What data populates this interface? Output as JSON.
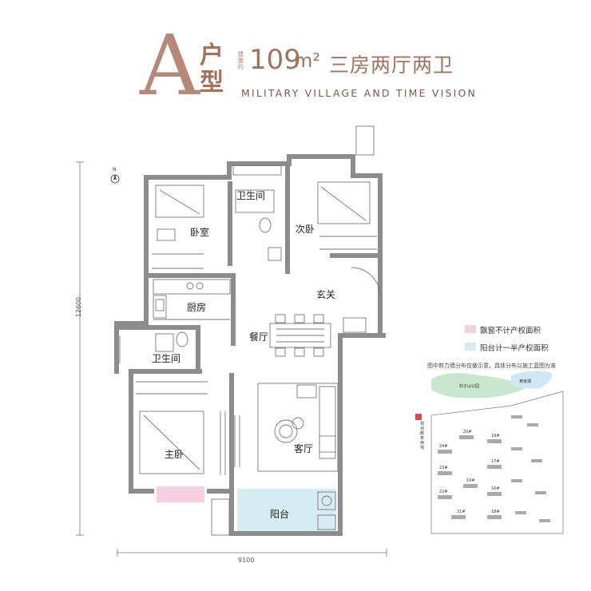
{
  "header": {
    "big_letter": "A",
    "type_char_1": "户",
    "type_char_2": "型",
    "area_label": "建面约",
    "area_value": "109",
    "area_unit": "m²",
    "layout_name": "三房两厅两卫",
    "subtitle": "MILITARY VILLAGE AND TIME VISION"
  },
  "dimensions": {
    "height": "12600",
    "width": "9100"
  },
  "rooms": {
    "bedroom": "卧室",
    "bathroom_top": "卫生间",
    "second_bedroom": "次卧",
    "entrance": "玄关",
    "kitchen": "厨房",
    "dining": "餐厅",
    "bathroom_bottom": "卫生间",
    "living": "客厅",
    "master_bedroom": "主卧",
    "balcony": "阳台"
  },
  "legend": {
    "items": [
      {
        "label": "飘窗不计产权面积",
        "color": "#f6cfe0"
      },
      {
        "label": "阳台计一半产权面积",
        "color": "#d6ecf3"
      }
    ],
    "note": "图中剪力墙分布仅做示意，具体分布以施工蓝图为准"
  },
  "site_map": {
    "park_label": "豹子山公园",
    "lake_label": "黄家湖",
    "school_label": "规划教育用地",
    "buildings": [
      "24#",
      "20#",
      "19#",
      "23#",
      "17#",
      "22#",
      "19#",
      "16#",
      "21#",
      "18#"
    ]
  },
  "colors": {
    "wall": "#8c8c8c",
    "title": "#a0735f",
    "bay_window": "#f6cfe0",
    "balcony": "#d6ecf3",
    "park": "#c9e6cf",
    "lake": "#cfe8f5"
  },
  "icons": {
    "compass": "north-arrow-icon"
  }
}
